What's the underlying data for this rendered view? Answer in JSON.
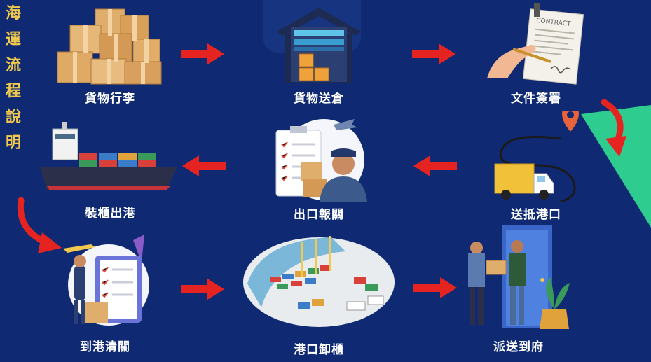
{
  "title_chars": [
    "海",
    "運",
    "流",
    "程",
    "說",
    "明"
  ],
  "steps": [
    {
      "label": "貨物行李"
    },
    {
      "label": "貨物送倉"
    },
    {
      "label": "文件簽署"
    },
    {
      "label": "送抵港口"
    },
    {
      "label": "出口報關"
    },
    {
      "label": "裝櫃出港"
    },
    {
      "label": "到港清關"
    },
    {
      "label": "港口卸櫃"
    },
    {
      "label": "派送到府"
    }
  ],
  "contract_text": "CONTRACT",
  "colors": {
    "background": "#0f2a72",
    "title": "#f2c94c",
    "arrow": "#e52421",
    "accent": "#2ecc8f"
  }
}
